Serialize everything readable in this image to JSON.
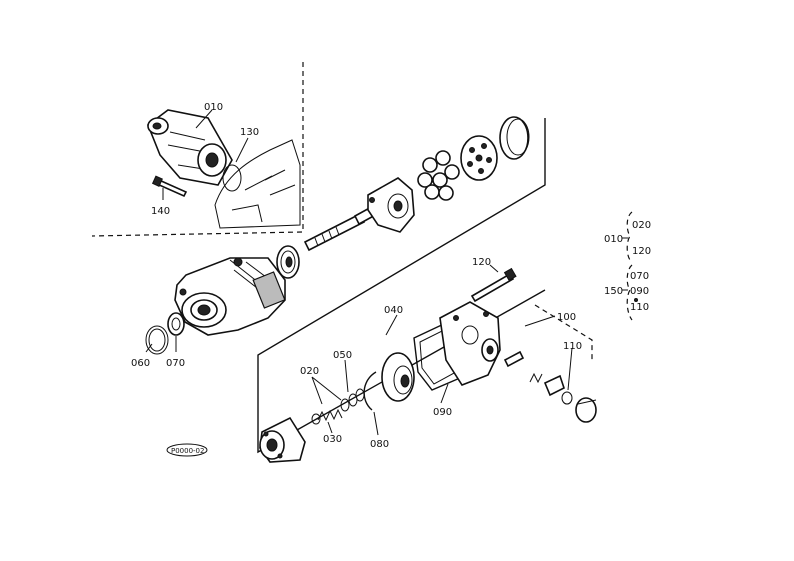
{
  "labels": {
    "p010": "010",
    "p130": "130",
    "p140": "140",
    "p120": "120",
    "p040": "040",
    "p100": "100",
    "p050": "050",
    "p020": "020",
    "p110": "110",
    "p060": "060",
    "p070": "070",
    "p030": "030",
    "p080": "080",
    "p090": "090"
  },
  "legend": {
    "group1_parent": "010",
    "group1_a": "020",
    "group1_b": "120",
    "group2_parent": "150",
    "group2_a": "070",
    "group2_b": "090",
    "group2_c": "110"
  },
  "drawing_tag": "P0000-02"
}
